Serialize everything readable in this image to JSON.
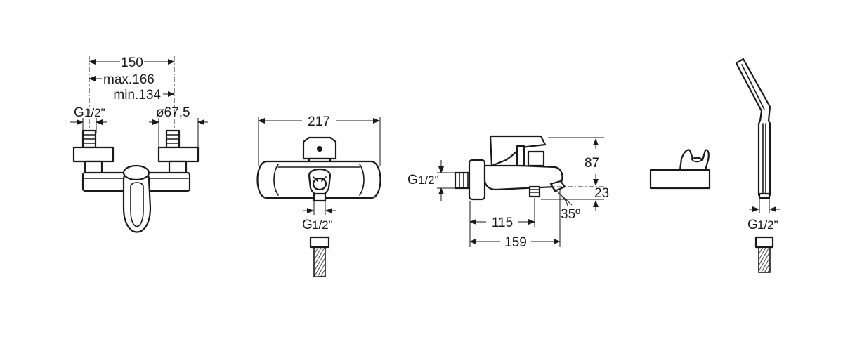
{
  "dimensions": {
    "view1": {
      "width": "150",
      "max": "max.166",
      "min": "min.134",
      "thread": "G",
      "thread_frac": "1/2\"",
      "diameter": "ø67,5"
    },
    "view2": {
      "width": "217",
      "thread": "G",
      "thread_frac": "1/2\""
    },
    "view3": {
      "thread": "G",
      "thread_frac": "1/2\"",
      "height": "87",
      "offset": "23",
      "angle": "35º",
      "depth_short": "115",
      "depth_long": "159"
    },
    "view5": {
      "thread": "G",
      "thread_frac": "1/2\""
    }
  }
}
